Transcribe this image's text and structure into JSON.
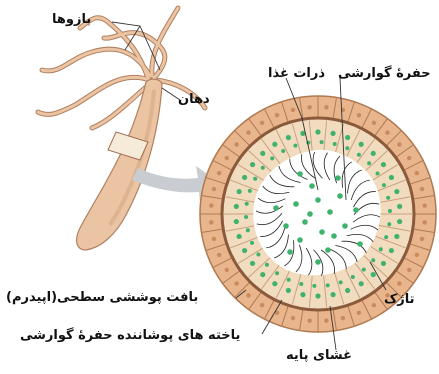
{
  "labels": {
    "arms": "بازوها",
    "mouth": "دهان",
    "digestive_cavity": "حفرهٔ گوارشی",
    "food_particles": "ذرات غذا",
    "epidermis": "بافت پوششی سطحی(اپیدرم)",
    "lining_cells": "یاخته های پوشاننده حفرهٔ گوارشی",
    "basement_membrane": "غشای پایه",
    "flagellum": "تاژک"
  },
  "colors": {
    "hydra_body": "#ebc4a3",
    "hydra_outline": "#b08060",
    "outer_cells": "#e8b58c",
    "inner_cells": "#f1dcc0",
    "membrane": "#8a5a3a",
    "particles": "#3fb36b",
    "cavity": "#ffffff",
    "arrow": "#c9ccd1"
  }
}
